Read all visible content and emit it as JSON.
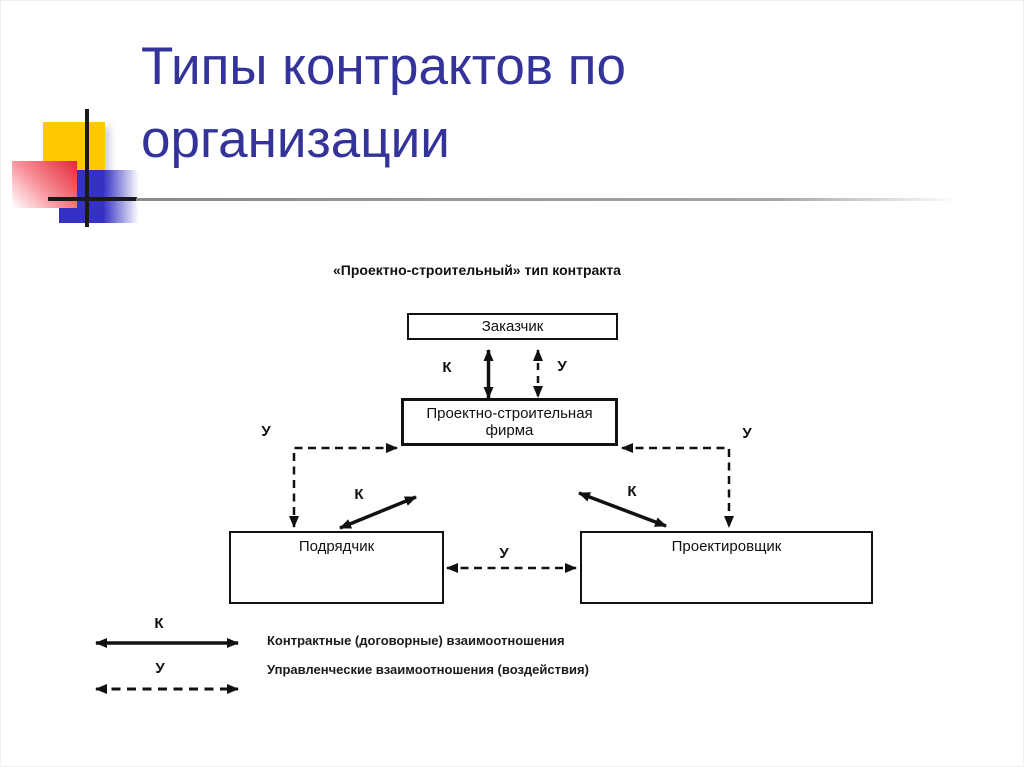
{
  "slide": {
    "title": "Типы контрактов по организации",
    "title_color": "#333399"
  },
  "diagram": {
    "subtitle": "«Проектно-строительный» тип контракта",
    "boxes": {
      "customer": "Заказчик",
      "firm_lines": [
        "Проектно-строительная",
        "фирма"
      ],
      "contractor": "Подрядчик",
      "designer": "Проектировщик"
    },
    "relation_labels": {
      "contract": "К",
      "management": "У"
    }
  },
  "legend": {
    "contract_label": "К",
    "management_label": "У",
    "contract_text": "Контрактные (договорные) взаимоотношения",
    "management_text": "Управленческие взаимоотношения (воздействия)"
  },
  "deco_colors": {
    "yellow": "#ffc800",
    "blue": "#3431c4",
    "red": "#e32636",
    "line_black": "#1a1a1a",
    "rule_gray": "#8b8b8b"
  }
}
